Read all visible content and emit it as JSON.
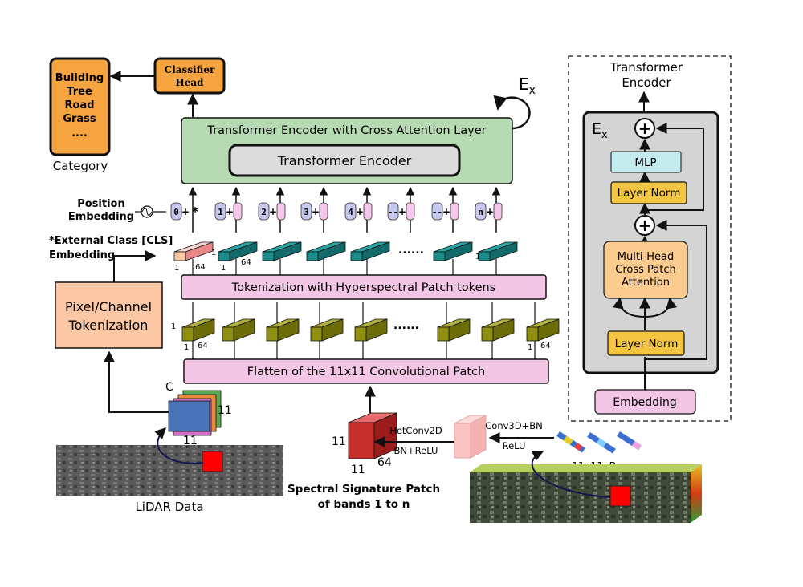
{
  "category": {
    "items": [
      "Buliding",
      "Tree",
      "Road",
      "Grass",
      "...."
    ],
    "caption": "Category"
  },
  "classifier_head": [
    "Classifier",
    "Head"
  ],
  "ex_label": "E",
  "ex_sub": "x",
  "encoder_outer": "Transformer Encoder with Cross Attention Layer",
  "encoder_inner": "Transformer Encoder",
  "position_embedding": [
    "Position",
    "Embedding"
  ],
  "cls_embedding": [
    "*External Class [CLS]",
    "Embedding"
  ],
  "position_tokens": [
    "0",
    "1",
    "2",
    "3",
    "4",
    "--",
    "--",
    "n"
  ],
  "cls_star": "*",
  "plus": "+",
  "cls_dims": {
    "a": "1",
    "b": "1",
    "c": "64"
  },
  "token_dims": {
    "a": "1",
    "b": "1",
    "c": "64"
  },
  "ellipsis": "......",
  "tokenization_bar": "Tokenization with Hyperspectral Patch tokens",
  "conv_dims": {
    "a": "1",
    "b": "1",
    "c": "64"
  },
  "flatten_bar": "Flatten of the 11x11 Convolutional Patch",
  "pixel_tokenization": [
    "Pixel/Channel",
    "Tokenization"
  ],
  "lidar": {
    "c": "C",
    "h": "11",
    "w": "11",
    "caption": "LiDAR Data"
  },
  "spectral": {
    "h": "11",
    "w": "11",
    "d": "64",
    "caption": [
      "Spectral Signature Patch",
      "of bands 1 to n"
    ]
  },
  "hetconv": [
    "HetConv2D",
    "BN+ReLU"
  ],
  "conv3d": [
    "Conv3D+BN",
    "ReLU"
  ],
  "cube_label": "11x11xB",
  "right_panel": {
    "title": [
      "Transformer",
      "Encoder"
    ],
    "mlp": "MLP",
    "layer_norm": "Layer Norm",
    "attention": [
      "Multi-Head",
      "Cross Patch",
      "Attention"
    ],
    "embedding": "Embedding"
  },
  "colors": {
    "orange_box": "#f5a440",
    "green_box": "#b6dbb2",
    "pink_bar": "#f2c6e4",
    "salmon": "#fbc7a4",
    "teal": "#1d8b8b",
    "olive": "#8f8f12",
    "pos_lavender": "#c7c8ee",
    "pos_pink": "#f5c7ea",
    "ln_yellow": "#f4c542",
    "mlp_cyan": "#c4ecee",
    "attn_orange": "#fbcb90"
  }
}
